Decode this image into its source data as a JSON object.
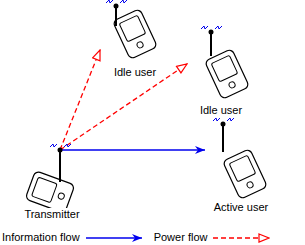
{
  "diagram": {
    "nodes": [
      {
        "text": [
          "Idle user"
        ]
      },
      {
        "text": [
          "Idle user"
        ]
      },
      {
        "text": [
          "Transmitter"
        ]
      },
      {
        "text": [
          "Active user"
        ]
      }
    ],
    "edges": [
      {
        "from": 2,
        "to": 0,
        "arrow": "to"
      },
      {
        "from": 2,
        "to": 1,
        "arrow": "to"
      },
      {
        "from": 2,
        "to": 3,
        "arrow": "to"
      }
    ],
    "legend": [
      {
        "text": "Information flow"
      },
      {
        "text": "Power flow"
      }
    ]
  }
}
